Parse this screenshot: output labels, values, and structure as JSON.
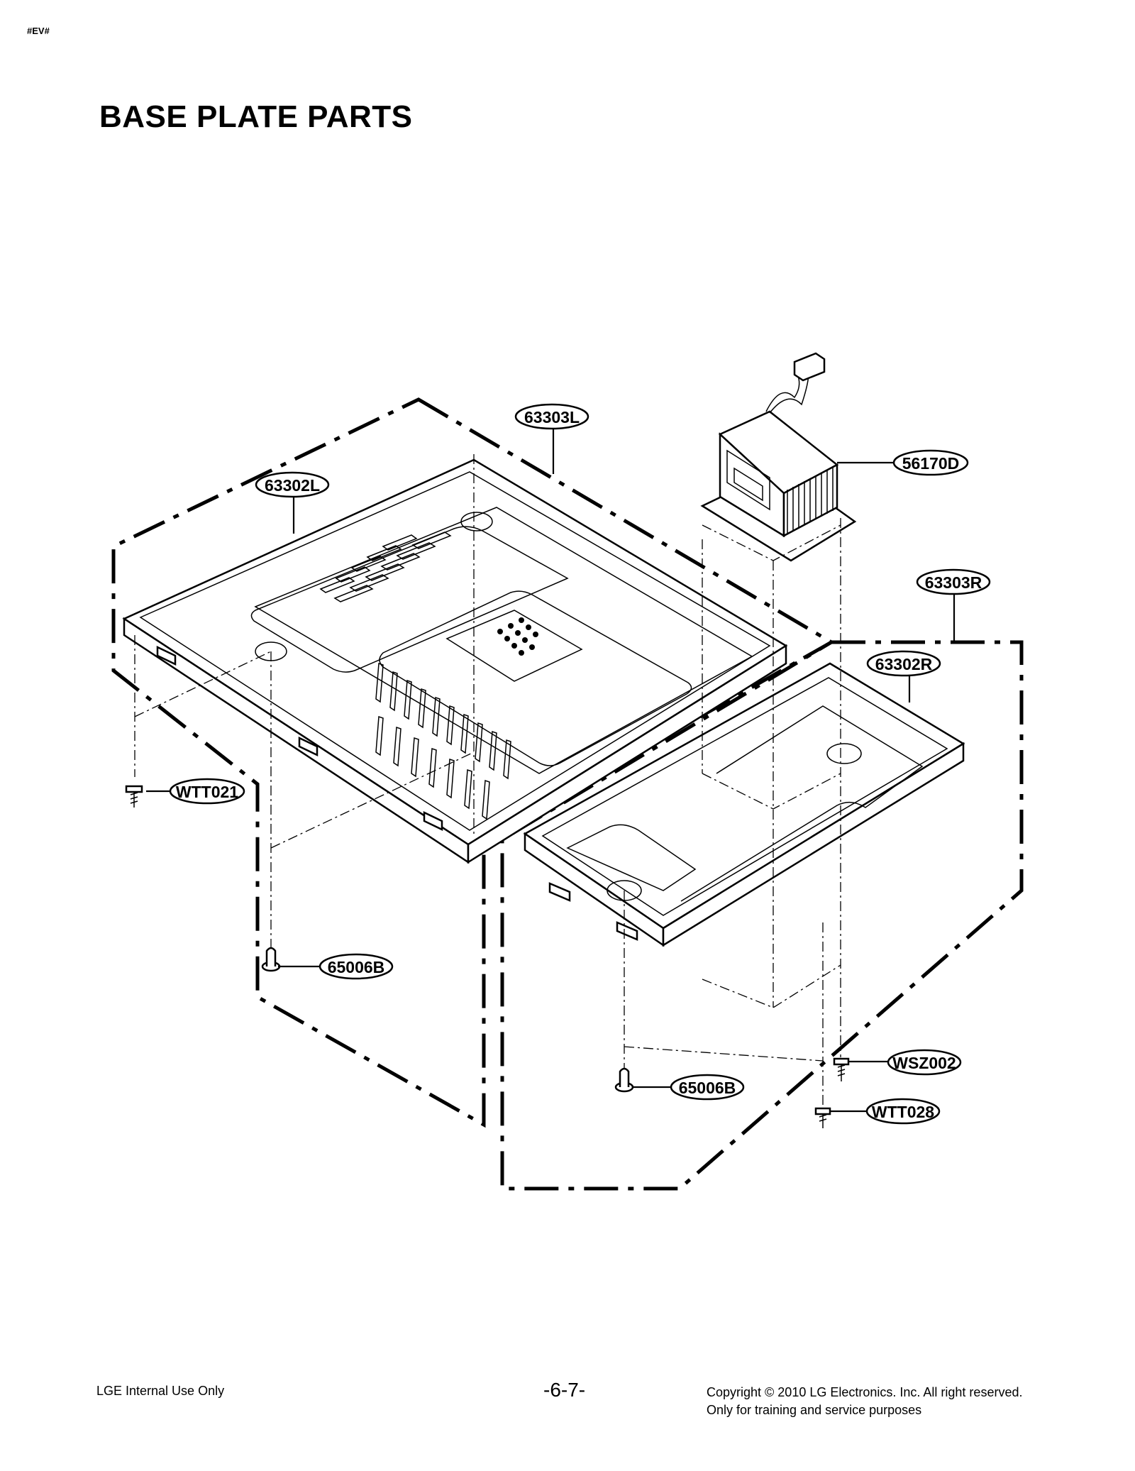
{
  "header": {
    "tag": "#EV#",
    "title": "BASE PLATE PARTS"
  },
  "callouts": {
    "c63303L": "63303L",
    "c63302L": "63302L",
    "c56170D": "56170D",
    "c63303R": "63303R",
    "c63302R": "63302R",
    "cWTT021": "WTT021",
    "c65006B_left": "65006B",
    "c65006B_right": "65006B",
    "cWSZ002": "WSZ002",
    "cWTT028": "WTT028"
  },
  "footer": {
    "left": "LGE Internal Use Only",
    "page": "-6-7-",
    "copyright_line1": "Copyright © 2010 LG Electronics. Inc. All right reserved.",
    "copyright_line2": "Only for training and service purposes"
  }
}
